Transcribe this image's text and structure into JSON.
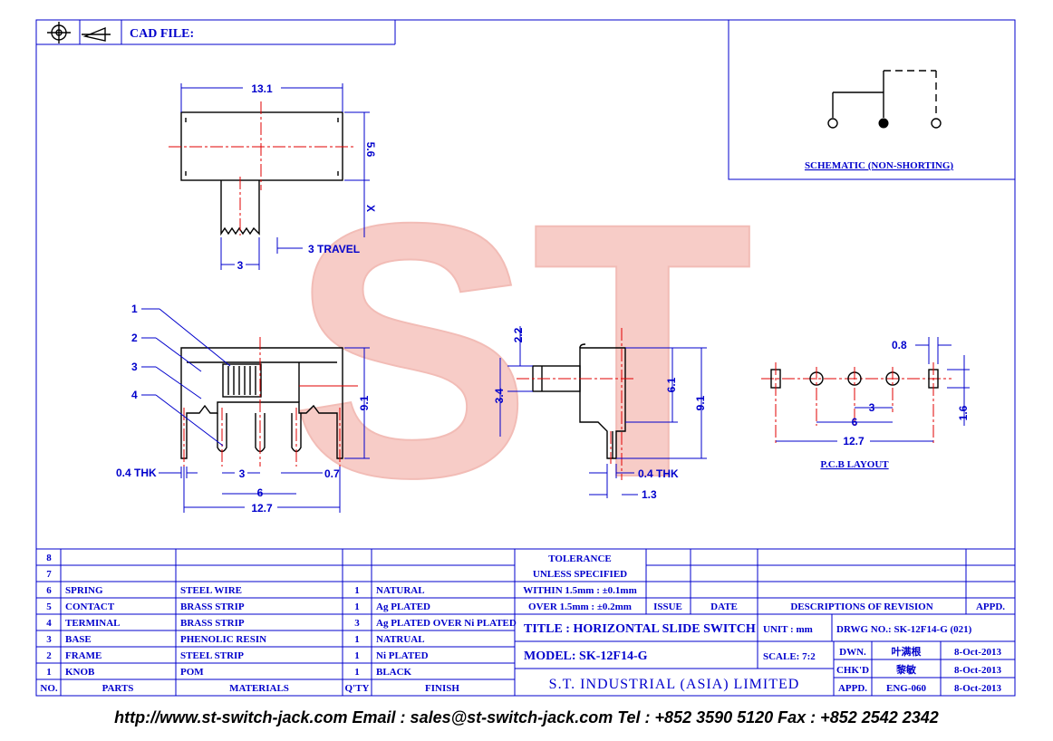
{
  "header": {
    "cad_file_label": "CAD FILE:"
  },
  "watermark": {
    "text": "ST"
  },
  "schematic": {
    "title": "SCHEMATIC (NON-SHORTING)"
  },
  "top_view": {
    "width_dim": "13.1",
    "height_dim": "5.6",
    "x_dim": "X",
    "travel": "3 TRAVEL",
    "knob_dim": "3"
  },
  "front_view": {
    "callouts": [
      "1",
      "2",
      "3",
      "4"
    ],
    "thk": "0.4 THK",
    "pitch": "3",
    "pin_w": "0.7",
    "span6": "6",
    "span127": "12.7",
    "height": "9.1"
  },
  "side_view": {
    "d22": "2.2",
    "d34": "3.4",
    "d61": "6.1",
    "d91": "9.1",
    "thk": "0.4 THK",
    "d13": "1.3"
  },
  "pcb": {
    "d08": "0.8",
    "d3": "3",
    "d6": "6",
    "d127": "12.7",
    "d16": "1.6",
    "title": "P.C.B LAYOUT"
  },
  "bom": {
    "rows": [
      {
        "no": "8",
        "part": "",
        "material": "",
        "qty": "",
        "finish": ""
      },
      {
        "no": "7",
        "part": "",
        "material": "",
        "qty": "",
        "finish": ""
      },
      {
        "no": "6",
        "part": "SPRING",
        "material": "STEEL WIRE",
        "qty": "1",
        "finish": "NATURAL"
      },
      {
        "no": "5",
        "part": "CONTACT",
        "material": "BRASS STRIP",
        "qty": "1",
        "finish": "Ag PLATED"
      },
      {
        "no": "4",
        "part": "TERMINAL",
        "material": "BRASS STRIP",
        "qty": "3",
        "finish": "Ag PLATED OVER Ni PLATED"
      },
      {
        "no": "3",
        "part": "BASE",
        "material": "PHENOLIC RESIN",
        "qty": "1",
        "finish": "NATRUAL"
      },
      {
        "no": "2",
        "part": "FRAME",
        "material": "STEEL STRIP",
        "qty": "1",
        "finish": "Ni PLATED"
      },
      {
        "no": "1",
        "part": "KNOB",
        "material": "POM",
        "qty": "1",
        "finish": "BLACK"
      }
    ],
    "headers": {
      "no": "NO.",
      "part": "PARTS",
      "material": "MATERIALS",
      "qty": "Q'TY",
      "finish": "FINISH"
    }
  },
  "title_block": {
    "tolerance_1": "TOLERANCE",
    "tolerance_2": "UNLESS  SPECIFIED",
    "tolerance_3": "WITHIN 1.5mm : ±0.1mm",
    "tolerance_4": "OVER 1.5mm : ±0.2mm",
    "issue": "ISSUE",
    "date": "DATE",
    "descriptions": "DESCRIPTIONS OF REVISION",
    "appd": "APPD.",
    "title": "TITLE :  HORIZONTAL SLIDE SWITCH",
    "unit": "UNIT :  mm",
    "drwg_no": "DRWG NO.: SK-12F14-G (021)",
    "model": "MODEL:  SK-12F14-G",
    "scale": "SCALE:  7:2",
    "dwn": "DWN.",
    "dwn_name": "叶满根",
    "dwn_date": "8-Oct-2013",
    "chkd": "CHK'D",
    "chkd_name": "黎敏",
    "chkd_date": "8-Oct-2013",
    "company": "S.T.  INDUSTRIAL  (ASIA)  LIMITED",
    "appd2": "APPD.",
    "appd_name": "ENG-060",
    "appd_date": "8-Oct-2013"
  },
  "footer": {
    "text": "http://www.st-switch-jack.com  Email : sales@st-switch-jack.com  Tel : +852 3590 5120  Fax : +852 2542 2342"
  }
}
